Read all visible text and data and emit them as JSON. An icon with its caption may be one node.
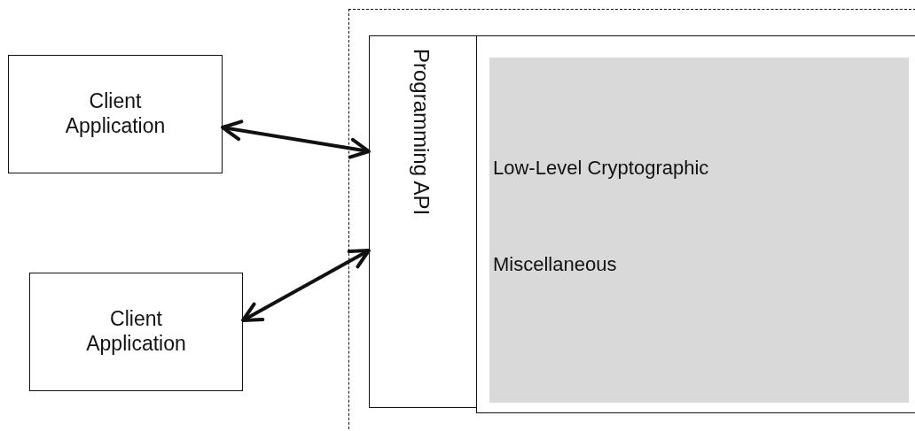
{
  "diagram": {
    "nodes": [
      {
        "text": [
          "Client Application"
        ]
      },
      {
        "text": [
          "Client Application"
        ]
      },
      {
        "text": [],
        "shape": "box"
      },
      {
        "text": [
          "Programming API"
        ],
        "in": 2
      },
      {
        "text": [],
        "shape": "box",
        "in": 2
      },
      {
        "text": [
          "Low-Level Cryptographic",
          "Miscellaneous"
        ],
        "in": 4
      }
    ],
    "edges": [
      {
        "from": 0,
        "to": 3,
        "arrow": "both"
      },
      {
        "from": 1,
        "to": 3,
        "arrow": "both"
      }
    ]
  }
}
